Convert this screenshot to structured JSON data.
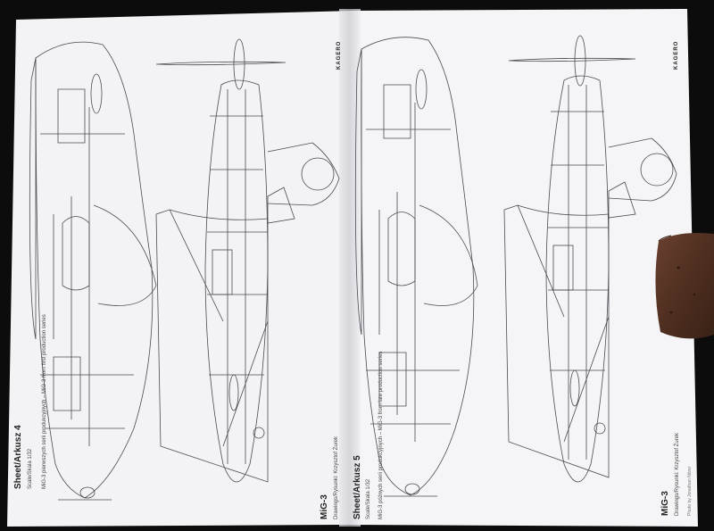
{
  "left_page": {
    "logo": "KAGERO",
    "sheet": "Sheet/Arkusz 4",
    "scale": "Scale/Skala 1/32",
    "caption": "MiG-3 pierwszych serii produkcyjnych – MiG-3 from first production series"
  },
  "middle_column": {
    "model": "MiG-3",
    "drawings": "Drawings/Rysunki: Krzysztof Żurek"
  },
  "right_page": {
    "logo": "KAGERO",
    "sheet": "Sheet/Arkusz 5",
    "scale": "Scale/Skala 1/32",
    "caption": "MiG-3 późnych serii produkcyjnych – MiG-3 from late production series"
  },
  "far_right_column": {
    "model": "MiG-3",
    "drawings": "Drawings/Rysunki: Krzysztof Żurek",
    "credit": "Photo by Jonathan Nörer"
  },
  "colors": {
    "background": "#0c0c0c",
    "paper": "#f4f4f6",
    "line": "#4a4a52",
    "block": "#5b3624"
  }
}
